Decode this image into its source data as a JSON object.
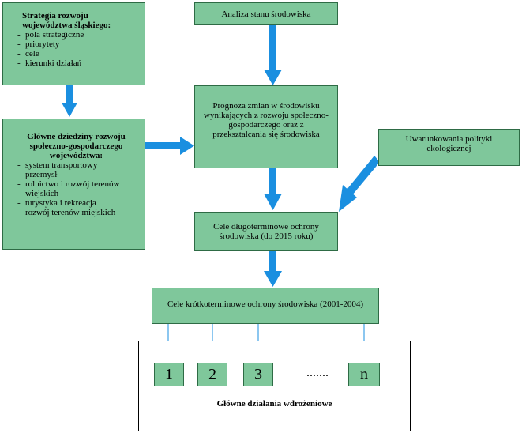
{
  "strategy": {
    "title": "Strategia rozwoju województwa śląskiego:",
    "items": [
      "pola strategiczne",
      "priorytety",
      "cele",
      "kierunki działań"
    ]
  },
  "domains": {
    "title": "Główne dziedziny rozwoju społeczno-gospodarczego województwa:",
    "items": [
      "system transportowy",
      "przemysł",
      "rolnictwo i rozwój terenów wiejskich",
      "turystyka i rekreacja",
      "rozwój terenów miejskich"
    ]
  },
  "analysis": {
    "label": "Analiza stanu środowiska"
  },
  "forecast": {
    "label": "Prognoza zmian w środowisku wynikających z rozwoju społeczno-gospodarczego oraz z przekształcania się środowiska"
  },
  "conditions": {
    "label": "Uwarunkowania polityki ekologicznej"
  },
  "longterm": {
    "label": "Cele długoterminowe ochrony środowiska (do 2015 roku)"
  },
  "shortterm": {
    "label": "Cele krótkoterminowe ochrony środowiska (2001-2004)"
  },
  "actions": {
    "items": [
      "1",
      "2",
      "3",
      "n"
    ],
    "ellipsis": ".......",
    "footer": "Główne działania wdrożeniowe"
  },
  "colors": {
    "box_fill": "#7fc79b",
    "box_border": "#2e6b45",
    "arrow": "#1a8fe0"
  }
}
